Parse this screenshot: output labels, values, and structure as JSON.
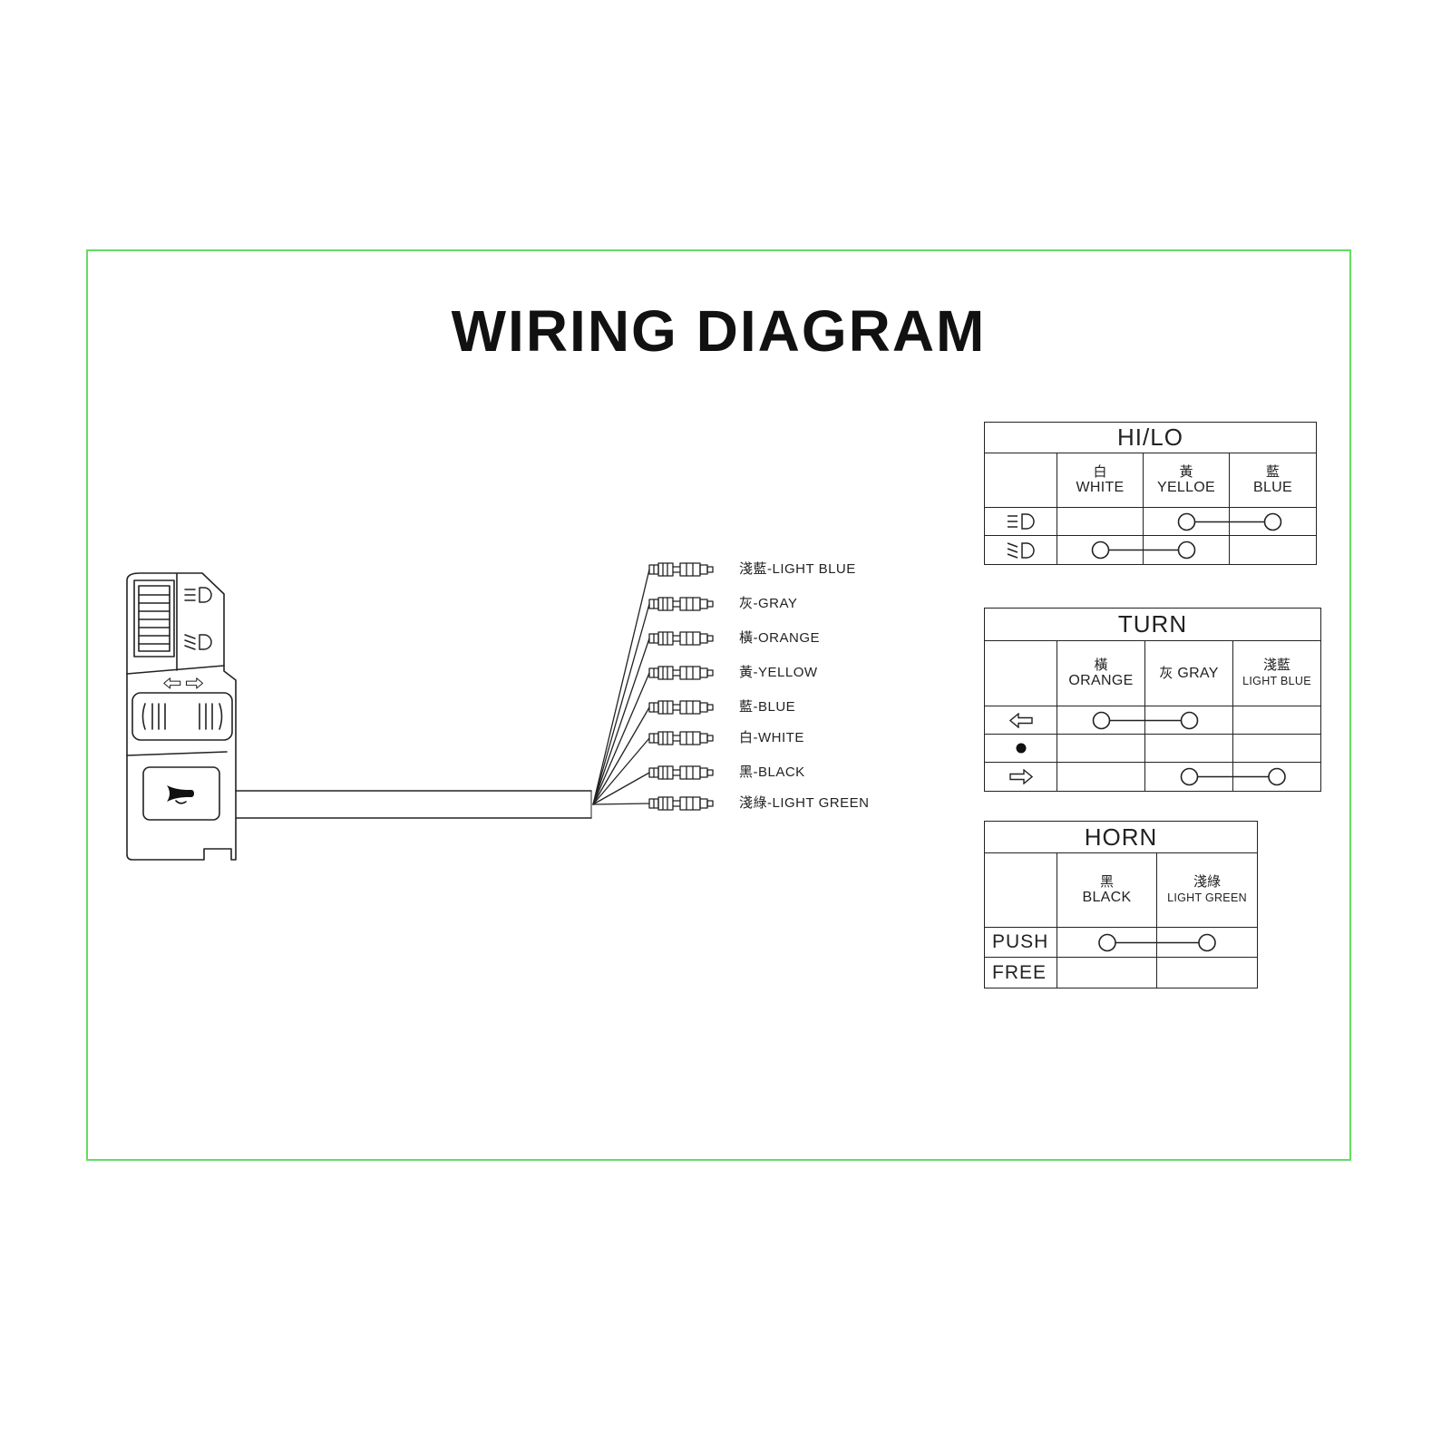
{
  "title": "WIRING DIAGRAM",
  "colors": {
    "frame": "#63DC63",
    "line": "#222222"
  },
  "wires": [
    {
      "label": "淺藍-LIGHT BLUE"
    },
    {
      "label": "灰-GRAY"
    },
    {
      "label": "橫-ORANGE"
    },
    {
      "label": "黃-YELLOW"
    },
    {
      "label": "藍-BLUE"
    },
    {
      "label": "白-WHITE"
    },
    {
      "label": "黑-BLACK"
    },
    {
      "label": "淺綠-LIGHT GREEN"
    }
  ],
  "tables": {
    "hilo": {
      "title": "HI/LO",
      "columns": [
        {
          "cn": "白",
          "en": "WHITE"
        },
        {
          "cn": "黃",
          "en": "YELLOE"
        },
        {
          "cn": "藍",
          "en": "BLUE"
        }
      ],
      "rows": [
        {
          "icon": "high-beam-icon",
          "connects": [
            "YELLOE",
            "BLUE"
          ]
        },
        {
          "icon": "low-beam-icon",
          "connects": [
            "WHITE",
            "YELLOE"
          ]
        }
      ]
    },
    "turn": {
      "title": "TURN",
      "columns": [
        {
          "cn": "橫",
          "en": "ORANGE"
        },
        {
          "cn": "灰",
          "en": "GRAY"
        },
        {
          "cn": "淺藍",
          "en": "LIGHT BLUE"
        }
      ],
      "rows": [
        {
          "icon": "left-arrow-icon",
          "connects": [
            "ORANGE",
            "GRAY"
          ]
        },
        {
          "icon": "dot-icon",
          "connects": []
        },
        {
          "icon": "right-arrow-icon",
          "connects": [
            "GRAY",
            "LIGHT BLUE"
          ]
        }
      ]
    },
    "horn": {
      "title": "HORN",
      "columns": [
        {
          "cn": "黑",
          "en": "BLACK"
        },
        {
          "cn": "淺綠",
          "en": "LIGHT GREEN"
        }
      ],
      "rows": [
        {
          "label": "PUSH",
          "connects": [
            "BLACK",
            "LIGHT GREEN"
          ]
        },
        {
          "label": "FREE",
          "connects": []
        }
      ]
    }
  }
}
